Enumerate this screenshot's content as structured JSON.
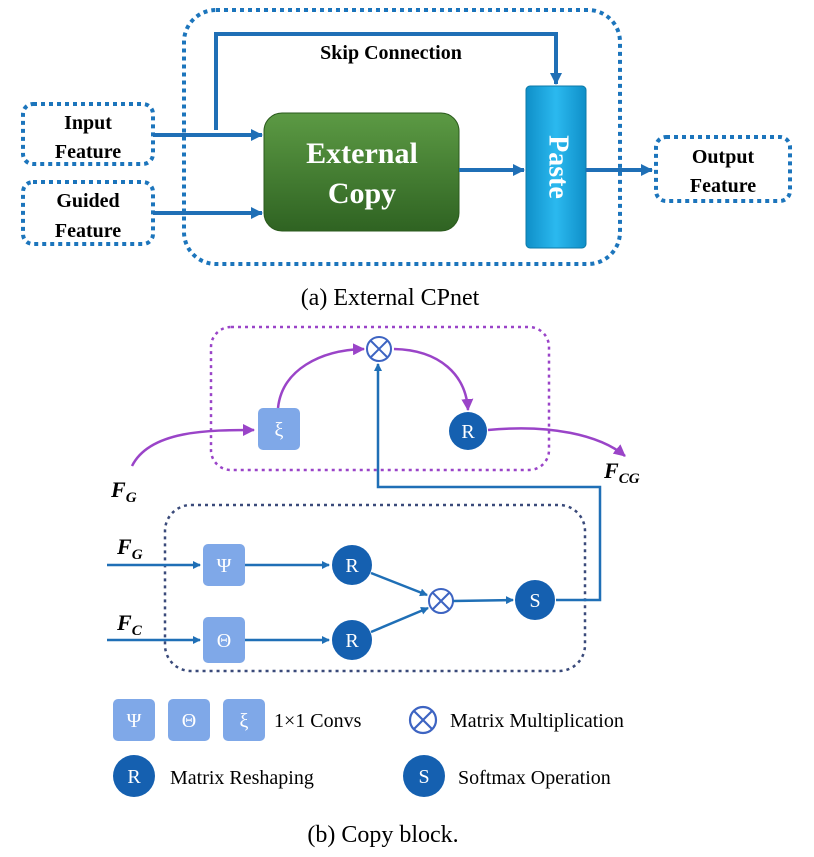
{
  "part_a": {
    "caption": "(a) External CPnet",
    "skip_connection": "Skip Connection",
    "input_feature": [
      "Input",
      "Feature"
    ],
    "guided_feature": [
      "Guided",
      "Feature"
    ],
    "external_copy": [
      "External",
      "Copy"
    ],
    "paste": "Paste",
    "output_feature": [
      "Output",
      "Feature"
    ]
  },
  "part_b": {
    "caption": "(b) Copy block.",
    "fg_top": {
      "base": "F",
      "sub": "G"
    },
    "fcg": {
      "base": "F",
      "sub": "CG"
    },
    "fg_left": {
      "base": "F",
      "sub": "G"
    },
    "fc_left": {
      "base": "F",
      "sub": "C"
    },
    "xi": "ξ",
    "psi": "Ψ",
    "theta": "Θ",
    "reshape": "R",
    "softmax": "S",
    "multiply": "⊗"
  },
  "legend": {
    "conv_symbols": [
      "Ψ",
      "Θ",
      "ξ"
    ],
    "conv_label": "1×1 Convs",
    "mult_label": "Matrix Multiplication",
    "reshape_symbol": "R",
    "reshape_label": "Matrix Reshaping",
    "softmax_symbol": "S",
    "softmax_label": "Softmax Operation"
  },
  "colors": {
    "blue_line": "#1f6fb6",
    "dotted_blue": "#1c75bc",
    "purple": "#9a44c8",
    "green_box": "#3f7a2f",
    "paste_box": "#1aa8e0",
    "light_square": "#7fa8e8",
    "dark_circle": "#1560b0",
    "navy_dots": "#3a4a7a"
  }
}
